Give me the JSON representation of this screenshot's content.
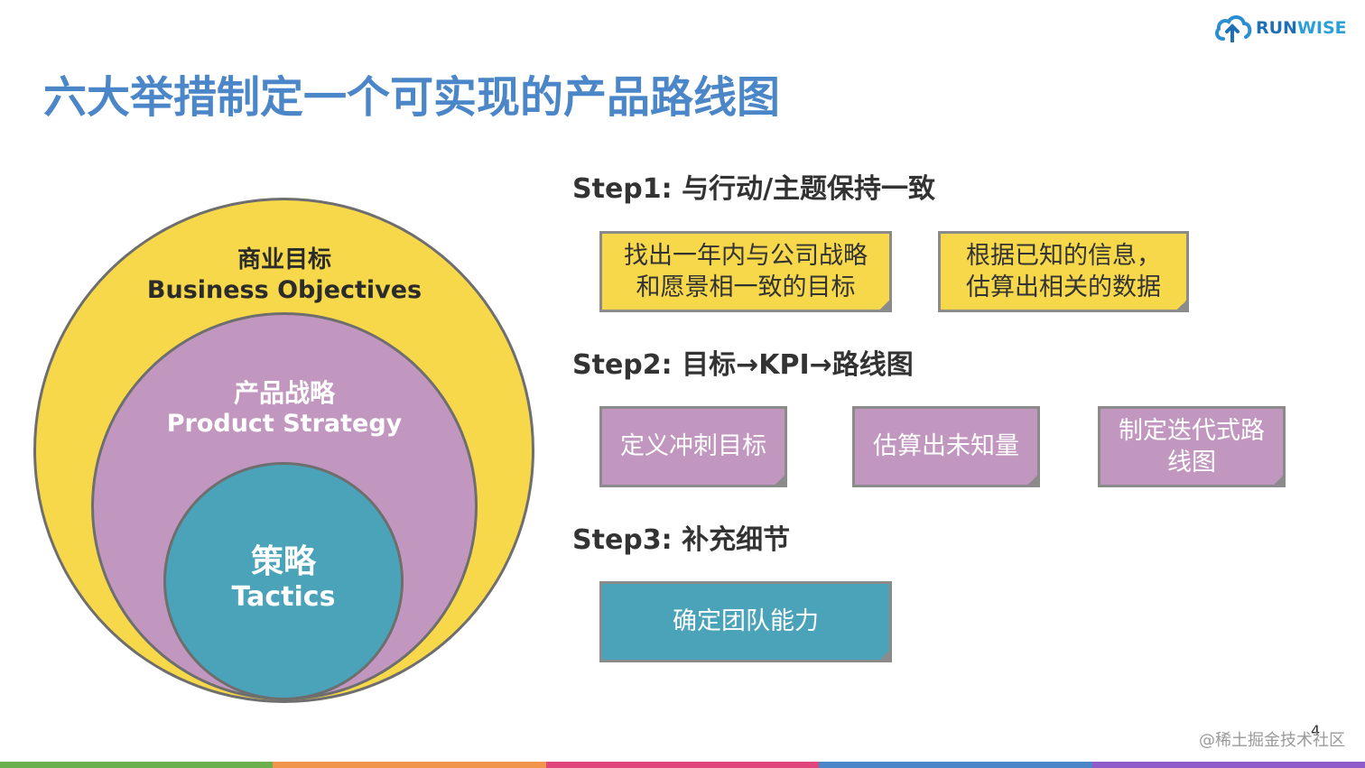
{
  "title": "六大举措制定一个可实现的产品路线图",
  "logo": {
    "text_run": "RUN",
    "text_wise": "WISE",
    "icon": "cloud-logo-icon"
  },
  "circles": {
    "outer": {
      "zh": "商业目标",
      "en": "Business Objectives",
      "color": "#f7d84a"
    },
    "middle": {
      "zh": "产品战略",
      "en": "Product Strategy",
      "color": "#c197bf"
    },
    "inner": {
      "zh": "策略",
      "en": "Tactics",
      "color": "#4aa3b9"
    }
  },
  "steps": [
    {
      "label": "Step1: 与行动/主题保持一致",
      "boxes": [
        "找出一年内与公司战略\n和愿景相一致的目标",
        "根据已知的信息，\n估算出相关的数据"
      ]
    },
    {
      "label": "Step2: 目标→KPI→路线图",
      "boxes": [
        "定义冲刺目标",
        "估算出未知量",
        "制定迭代式路\n线图"
      ]
    },
    {
      "label": "Step3: 补充细节",
      "boxes": [
        "确定团队能力"
      ]
    }
  ],
  "page_number": "4",
  "watermark": "@稀土掘金技术社区",
  "bottom_bar_colors": [
    "#6ab04c",
    "#f0954a",
    "#e0457b",
    "#4a86c8",
    "#8e5bc8"
  ]
}
